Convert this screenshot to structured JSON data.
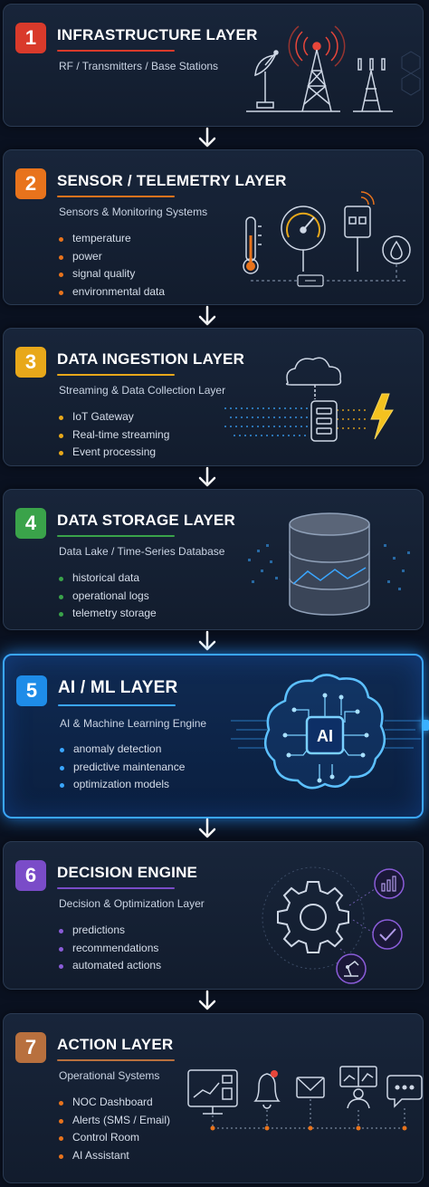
{
  "layers": [
    {
      "number": "1",
      "title": "INFRASTRUCTURE LAYER",
      "subtitle": "RF / Transmitters / Base Stations",
      "items": [],
      "color": "#d93a2b"
    },
    {
      "number": "2",
      "title": "SENSOR / TELEMETRY LAYER",
      "subtitle": "Sensors & Monitoring Systems",
      "items": [
        "temperature",
        "power",
        "signal quality",
        "environmental data"
      ],
      "color": "#e8731c"
    },
    {
      "number": "3",
      "title": "DATA INGESTION LAYER",
      "subtitle": "Streaming & Data Collection Layer",
      "items": [
        "IoT Gateway",
        "Real-time streaming",
        "Event processing"
      ],
      "color": "#e8a81a"
    },
    {
      "number": "4",
      "title": "DATA STORAGE LAYER",
      "subtitle": "Data Lake / Time-Series Database",
      "items": [
        "historical data",
        "operational logs",
        "telemetry storage"
      ],
      "color": "#3aa34a"
    },
    {
      "number": "5",
      "title": "AI / ML LAYER",
      "subtitle": "AI & Machine Learning Engine",
      "items": [
        "anomaly detection",
        "predictive maintenance",
        "optimization models"
      ],
      "color": "#1e8ce8"
    },
    {
      "number": "6",
      "title": "DECISION ENGINE",
      "subtitle": "Decision & Optimization Layer",
      "items": [
        "predictions",
        "recommendations",
        "automated actions"
      ],
      "color": "#7a4cc8"
    },
    {
      "number": "7",
      "title": "ACTION LAYER",
      "subtitle": "Operational Systems",
      "items": [
        "NOC Dashboard",
        "Alerts (SMS / Email)",
        "Control Room",
        "AI Assistant"
      ],
      "color": "#b8703e"
    }
  ],
  "ai_chip_label": "AI",
  "icons": {
    "layer1": [
      "satellite-dish-icon",
      "transmission-tower-icon",
      "cell-tower-icon"
    ],
    "layer2": [
      "thermometer-icon",
      "gauge-icon",
      "wireless-sensor-icon",
      "water-drop-icon"
    ],
    "layer3": [
      "cloud-icon",
      "gateway-icon",
      "lightning-icon"
    ],
    "layer4": [
      "database-icon"
    ],
    "layer5": [
      "ai-brain-icon"
    ],
    "layer6": [
      "gear-icon",
      "bar-chart-icon",
      "checkmark-icon",
      "robot-arm-icon"
    ],
    "layer7": [
      "dashboard-icon",
      "bell-icon",
      "envelope-icon",
      "operator-icon",
      "chat-icon"
    ],
    "connector": "arrow-down-icon"
  }
}
